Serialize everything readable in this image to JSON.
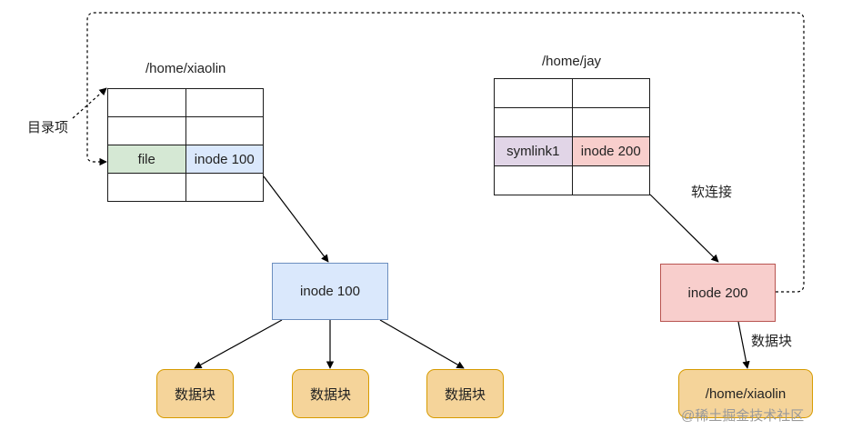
{
  "left_dir": {
    "title": "/home/xiaolin",
    "rows": [
      [
        "",
        ""
      ],
      [
        "",
        ""
      ],
      [
        "file",
        "inode 100"
      ],
      [
        "",
        ""
      ]
    ]
  },
  "right_dir": {
    "title": "/home/jay",
    "rows": [
      [
        "",
        ""
      ],
      [
        "",
        ""
      ],
      [
        "symlink1",
        "inode 200"
      ],
      [
        "",
        ""
      ]
    ]
  },
  "annotations": {
    "dir_entry": "目录项",
    "soft_link": "软连接",
    "data_block_label": "数据块"
  },
  "nodes": {
    "inode_100": "inode 100",
    "inode_200": "inode 200",
    "data_blocks": [
      "数据块",
      "数据块",
      "数据块"
    ],
    "target_path": "/home/xiaolin"
  },
  "watermark": "@稀土掘金技术社区",
  "colors": {
    "file_cell": "#d5e8d4",
    "inode100_cell": "#dae8fc",
    "symlink_cell": "#e1d5e7",
    "inode200_cell": "#f8cecc",
    "inode100_box": "#dae8fc",
    "inode200_box": "#f8cecc",
    "data_block": "#f5d49a"
  }
}
